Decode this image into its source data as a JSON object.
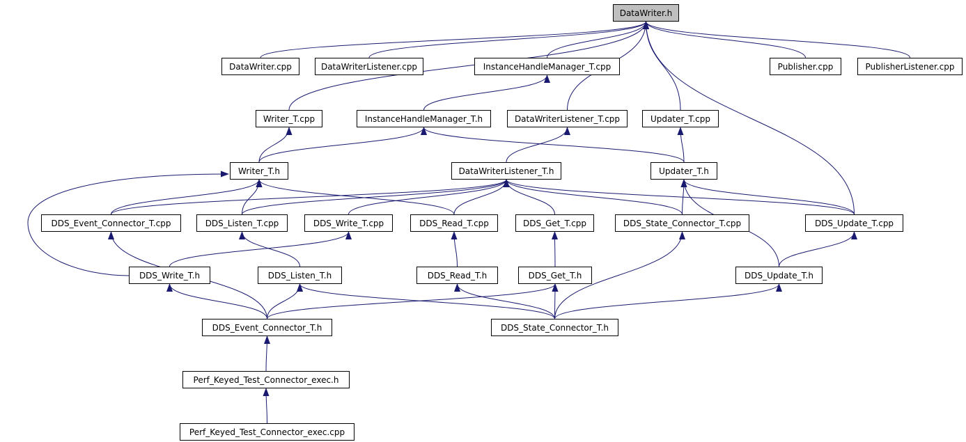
{
  "graph": {
    "edge_color": "#191970",
    "nodes": [
      {
        "id": "n0",
        "label": "DataWriter.h",
        "root": true
      },
      {
        "id": "n1",
        "label": "DataWriter.cpp"
      },
      {
        "id": "n2",
        "label": "DataWriterListener.cpp"
      },
      {
        "id": "n3",
        "label": "InstanceHandleManager_T.cpp"
      },
      {
        "id": "n4",
        "label": "Publisher.cpp"
      },
      {
        "id": "n5",
        "label": "PublisherListener.cpp"
      },
      {
        "id": "n6",
        "label": "Writer_T.cpp"
      },
      {
        "id": "n7",
        "label": "InstanceHandleManager_T.h"
      },
      {
        "id": "n8",
        "label": "DataWriterListener_T.cpp"
      },
      {
        "id": "n9",
        "label": "Updater_T.cpp"
      },
      {
        "id": "n10",
        "label": "Writer_T.h"
      },
      {
        "id": "n11",
        "label": "DataWriterListener_T.h"
      },
      {
        "id": "n12",
        "label": "Updater_T.h"
      },
      {
        "id": "n13",
        "label": "DDS_Event_Connector_T.cpp"
      },
      {
        "id": "n14",
        "label": "DDS_Listen_T.cpp"
      },
      {
        "id": "n15",
        "label": "DDS_Write_T.cpp"
      },
      {
        "id": "n16",
        "label": "DDS_Read_T.cpp"
      },
      {
        "id": "n17",
        "label": "DDS_Get_T.cpp"
      },
      {
        "id": "n18",
        "label": "DDS_State_Connector_T.cpp"
      },
      {
        "id": "n19",
        "label": "DDS_Update_T.cpp"
      },
      {
        "id": "n20",
        "label": "DDS_Write_T.h"
      },
      {
        "id": "n21",
        "label": "DDS_Listen_T.h"
      },
      {
        "id": "n22",
        "label": "DDS_Read_T.h"
      },
      {
        "id": "n23",
        "label": "DDS_Get_T.h"
      },
      {
        "id": "n24",
        "label": "DDS_Update_T.h"
      },
      {
        "id": "n25",
        "label": "DDS_Event_Connector_T.h"
      },
      {
        "id": "n26",
        "label": "DDS_State_Connector_T.h"
      },
      {
        "id": "n27",
        "label": "Perf_Keyed_Test_Connector_exec.h"
      },
      {
        "id": "n28",
        "label": "Perf_Keyed_Test_Connector_exec.cpp"
      }
    ],
    "edges": [
      [
        "n1",
        "n0"
      ],
      [
        "n2",
        "n0"
      ],
      [
        "n3",
        "n0"
      ],
      [
        "n4",
        "n0"
      ],
      [
        "n5",
        "n0"
      ],
      [
        "n6",
        "n0"
      ],
      [
        "n8",
        "n0"
      ],
      [
        "n9",
        "n0"
      ],
      [
        "n19",
        "n0"
      ],
      [
        "n7",
        "n3"
      ],
      [
        "n10",
        "n6"
      ],
      [
        "n10",
        "n7"
      ],
      [
        "n12",
        "n7"
      ],
      [
        "n11",
        "n8"
      ],
      [
        "n12",
        "n9"
      ],
      [
        "n13",
        "n10"
      ],
      [
        "n14",
        "n10"
      ],
      [
        "n16",
        "n10"
      ],
      [
        "n20",
        "n10"
      ],
      [
        "n13",
        "n11"
      ],
      [
        "n14",
        "n11"
      ],
      [
        "n15",
        "n11"
      ],
      [
        "n16",
        "n11"
      ],
      [
        "n17",
        "n11"
      ],
      [
        "n18",
        "n11"
      ],
      [
        "n19",
        "n11"
      ],
      [
        "n18",
        "n12"
      ],
      [
        "n19",
        "n12"
      ],
      [
        "n24",
        "n12"
      ],
      [
        "n25",
        "n13"
      ],
      [
        "n21",
        "n14"
      ],
      [
        "n20",
        "n15"
      ],
      [
        "n22",
        "n16"
      ],
      [
        "n23",
        "n17"
      ],
      [
        "n26",
        "n18"
      ],
      [
        "n24",
        "n19"
      ],
      [
        "n25",
        "n20"
      ],
      [
        "n25",
        "n21"
      ],
      [
        "n26",
        "n21"
      ],
      [
        "n26",
        "n22"
      ],
      [
        "n25",
        "n23"
      ],
      [
        "n26",
        "n23"
      ],
      [
        "n26",
        "n24"
      ],
      [
        "n27",
        "n25"
      ],
      [
        "n28",
        "n27"
      ]
    ]
  }
}
